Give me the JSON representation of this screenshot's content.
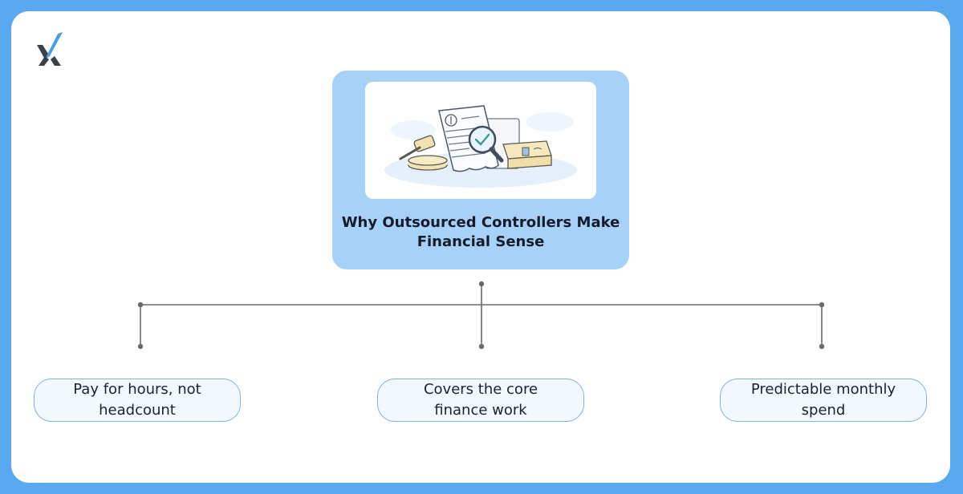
{
  "diagram": {
    "root": {
      "title": "Why Outsourced Controllers Make Financial Sense"
    },
    "children": [
      {
        "label": "Pay for hours, not headcount"
      },
      {
        "label": "Covers the core finance work"
      },
      {
        "label": "Predictable monthly spend"
      }
    ]
  },
  "colors": {
    "frame": "#5aa8ee",
    "root_fill": "#a8d1f7",
    "leaf_fill": "#f2f8fd",
    "leaf_border": "#7ab3e6",
    "connector": "#6b6b6b",
    "logo_check": "#4a9ee8",
    "logo_x": "#3b4047"
  },
  "icons": {
    "logo": "check-x-logo-icon",
    "illustration": "document-magnifier-illustration"
  }
}
